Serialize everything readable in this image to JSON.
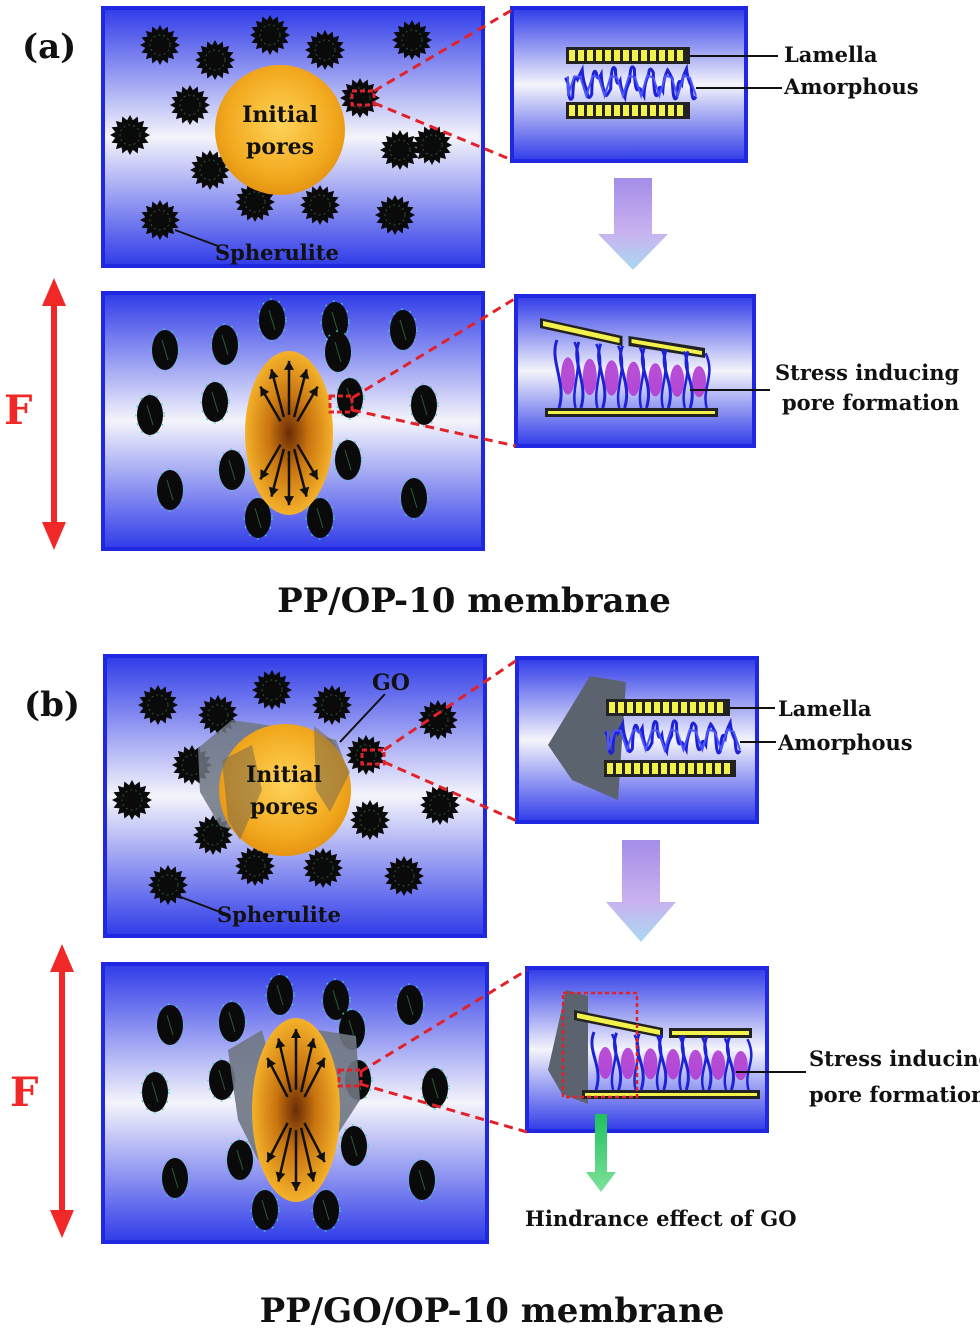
{
  "panel_a": {
    "tag": "(a)",
    "initial_pores_line1": "Initial",
    "initial_pores_line2": "pores",
    "spherulite": "Spherulite",
    "lamella": "Lamella",
    "amorphous": "Amorphous",
    "stress_line1": "Stress inducing",
    "stress_line2": "pore formation",
    "force": "F",
    "caption": "PP/OP-10 membrane"
  },
  "panel_b": {
    "tag": "(b)",
    "go": "GO",
    "initial_pores_line1": "Initial",
    "initial_pores_line2": "pores",
    "spherulite": "Spherulite",
    "lamella": "Lamella",
    "amorphous": "Amorphous",
    "stress_line1": "Stress inducing",
    "stress_line2": "pore formation",
    "hindrance": "Hindrance effect of GO",
    "force": "F",
    "caption": "PP/GO/OP-10 membrane"
  },
  "colors": {
    "box_border": "#1f28e0",
    "box_gradient_edge": "#2f3be8",
    "box_gradient_center": "#f4f4fb",
    "pore_fill": "#f2a91e",
    "pore_center": "#7a3508",
    "force_arrow": "#f02828",
    "guide_line": "#e2222a",
    "process_arrow": "#9f8fe0",
    "hindrance_arrow": "#1fbf5f",
    "go_sheet": "#6f7783",
    "lamella_fill": "#f3f24a",
    "amorphous_chain": "#1d22d6",
    "void_fill": "#b13bd1"
  },
  "icons": [
    "spherulite-icon",
    "arrow-down-icon",
    "double-arrow-icon",
    "go-sheet-icon"
  ]
}
